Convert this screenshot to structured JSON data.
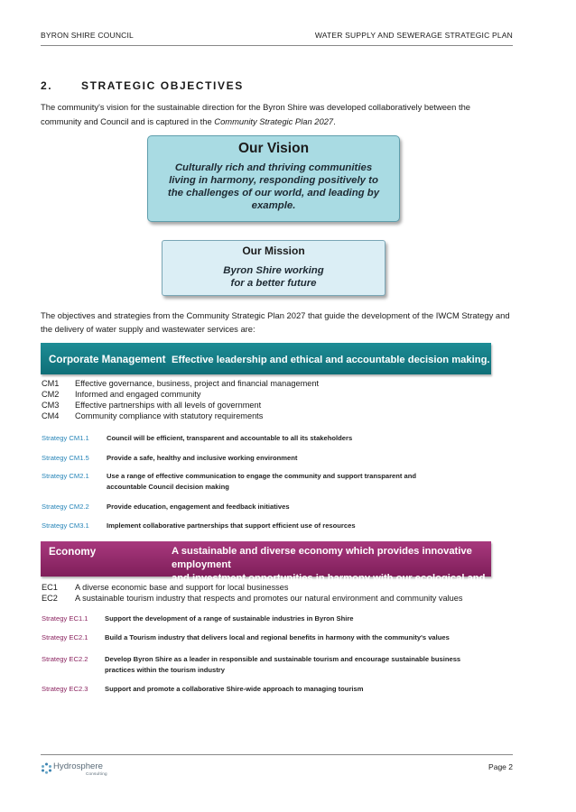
{
  "header": {
    "left": "BYRON SHIRE COUNCIL",
    "right": "WATER SUPPLY AND SEWERAGE STRATEGIC PLAN"
  },
  "section": {
    "number": "2.",
    "title": "STRATEGIC OBJECTIVES"
  },
  "intro": {
    "text_before": "The community's vision for the sustainable direction for the Byron Shire was developed collaboratively between the community and Council and is captured in the ",
    "plan_name": "Community Strategic Plan 2027",
    "text_after": "."
  },
  "vision": {
    "title": "Our Vision",
    "lines": [
      "Culturally rich and thriving communities",
      "living in harmony, responding positively to",
      "the challenges of our world, and leading by",
      "example."
    ]
  },
  "mission": {
    "title": "Our Mission",
    "lines": [
      "Byron Shire working",
      "for a better future"
    ]
  },
  "paragraph2": "The objectives and strategies from the Community Strategic Plan 2027 that guide the development of the IWCM Strategy and the delivery of water supply and wastewater services are:",
  "corporate": {
    "name": "Corporate Management",
    "description": "Effective leadership and ethical and accountable decision making.",
    "objectives": [
      {
        "code": "CM1",
        "text": "Effective governance, business, project and financial management"
      },
      {
        "code": "CM2",
        "text": "Informed and engaged community"
      },
      {
        "code": "CM3",
        "text": "Effective partnerships with all levels of government"
      },
      {
        "code": "CM4",
        "text": "Community compliance with statutory requirements"
      }
    ],
    "strategies": [
      {
        "code": "Strategy CM1.1",
        "text": "Council will be efficient, transparent and accountable to all its stakeholders"
      },
      {
        "code": "Strategy CM1.5",
        "text": "Provide a safe, healthy and inclusive working environment"
      },
      {
        "code": "Strategy CM2.1",
        "text": "Use a range of effective communication to engage the community and support transparent and accountable Council decision making"
      },
      {
        "code": "Strategy CM2.2",
        "text": "Provide education, engagement and feedback initiatives"
      },
      {
        "code": "Strategy CM3.1",
        "text": "Implement collaborative partnerships that support efficient use of resources"
      }
    ]
  },
  "economy": {
    "name": "Economy",
    "description_lines": [
      "A sustainable and diverse economy which provides innovative employment",
      "and investment opportunities in harmony with our ecological and social aims."
    ],
    "objectives": [
      {
        "code": "EC1",
        "text": "A diverse economic base and support for local businesses"
      },
      {
        "code": "EC2",
        "text": "A sustainable tourism industry that respects and promotes our natural environment and community values"
      }
    ],
    "strategies": [
      {
        "code": "Strategy EC1.1",
        "text": "Support the development of a range of sustainable industries in Byron Shire"
      },
      {
        "code": "Strategy EC2.1",
        "text": "Build a Tourism industry that delivers local and regional benefits in harmony with the community's values"
      },
      {
        "code": "Strategy EC2.2",
        "text": "Develop Byron Shire as a leader in responsible and sustainable tourism and encourage sustainable business practices within the tourism industry"
      },
      {
        "code": "Strategy EC2.3",
        "text": "Support and promote a collaborative Shire-wide approach to managing tourism"
      }
    ]
  },
  "footer": {
    "logo_name": "Hydrosphere",
    "logo_sub": "Consulting",
    "page": "Page 2"
  },
  "colors": {
    "corporate_band": "#0f6f78",
    "economy_band": "#7f1e5a",
    "vision_fill": "#a9dbe3",
    "mission_fill": "#dbeef5"
  }
}
